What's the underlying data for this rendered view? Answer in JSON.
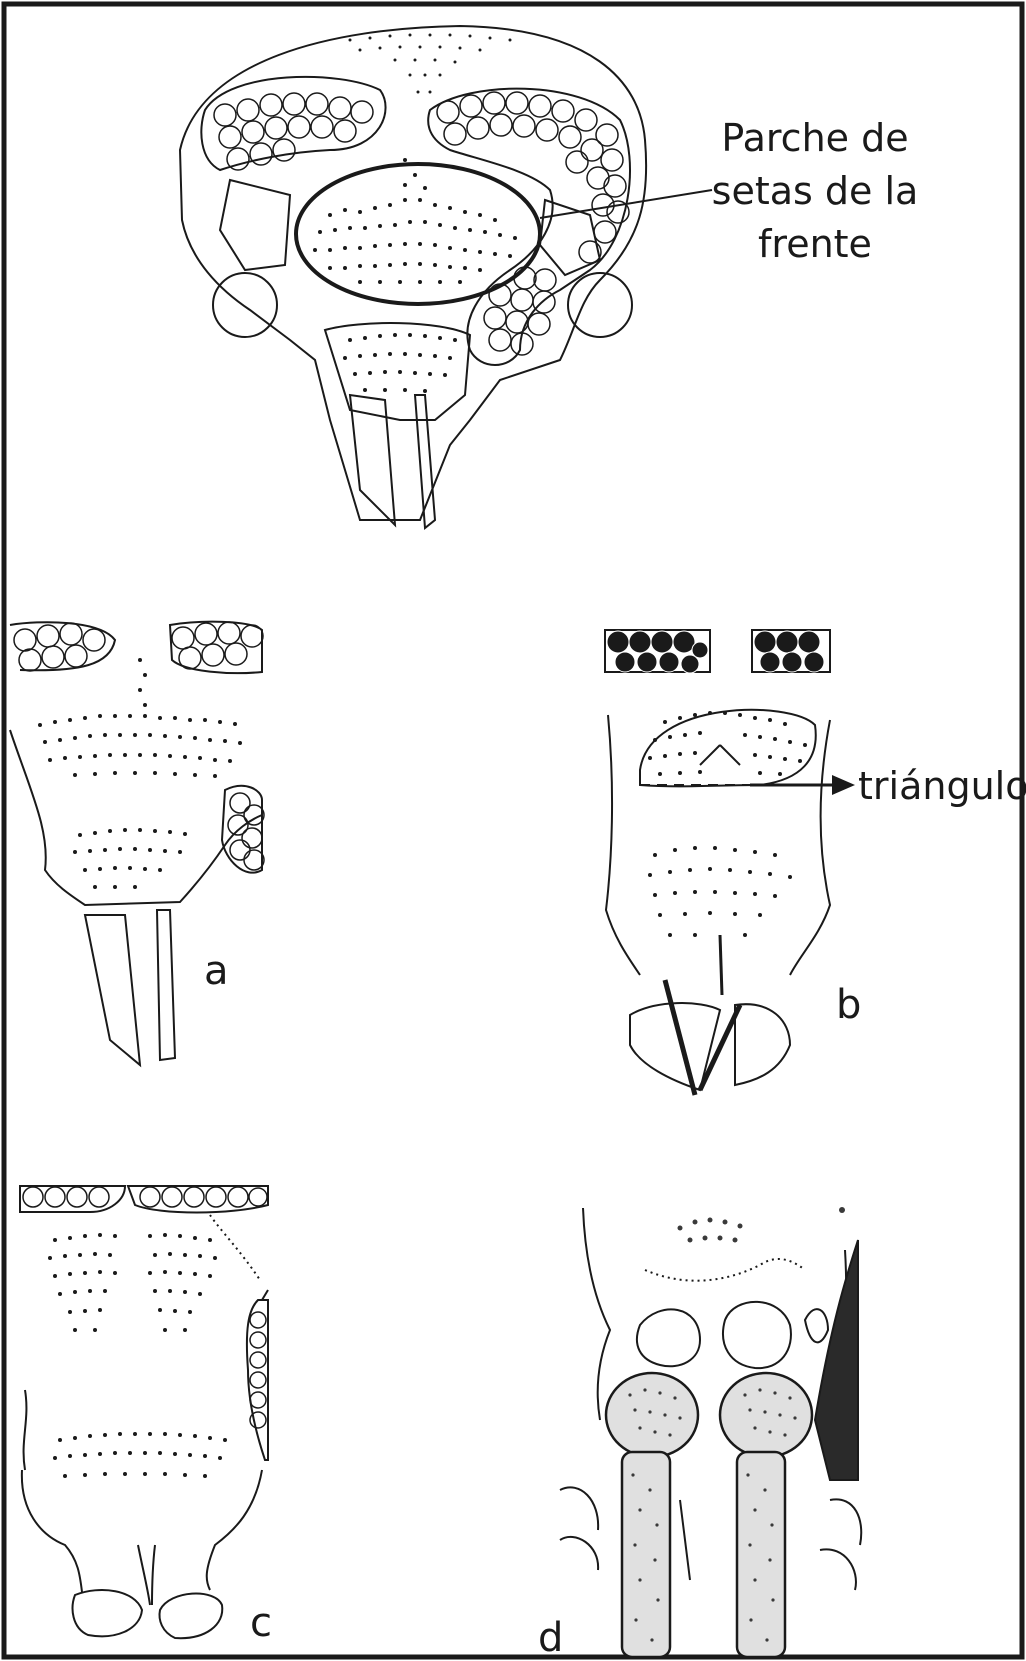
{
  "figure": {
    "callout_label_lines": [
      "Parche de",
      "setas de la",
      "frente"
    ],
    "arrow_label": "triángulo",
    "panels": [
      {
        "id": "a",
        "label": "a"
      },
      {
        "id": "b",
        "label": "b"
      },
      {
        "id": "c",
        "label": "c"
      },
      {
        "id": "d",
        "label": "d"
      }
    ]
  },
  "colors": {
    "line": "#1a1a1a",
    "background": "#ffffff",
    "stipple": "#3a3a3a"
  }
}
